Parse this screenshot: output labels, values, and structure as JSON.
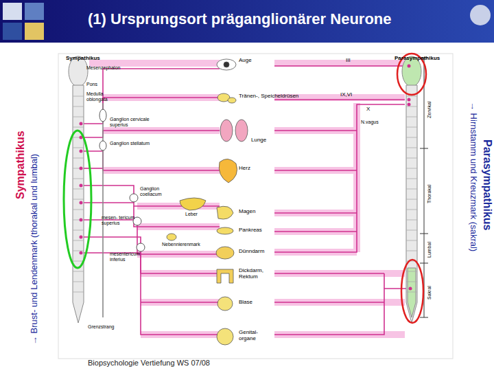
{
  "diagram": {
    "title": "(1) Ursprungsort präganglionärer Neurone",
    "labels": [
      "Sympathikus",
      "→ Brust- und Lendenmark (thorakal und lumbal)",
      "Parasympathikus",
      "→ Hirnstamm und Kreuzmark (sakral)",
      "Sympathikus",
      "Mesenzephalon",
      "Pons",
      "Medulla oblongata",
      "Ganglion cervicale superius",
      "Ganglion stellatum",
      "Ganglion coeliacum",
      "Leber",
      "mesen- tericum superius",
      "Nebennierenmark",
      "mesentericum inferius",
      "Grenzstrang",
      "Auge",
      "III",
      "Parasympathikus",
      "Tränen-, Speicheldrüsen",
      "IX,VI",
      "X",
      "N.vagus",
      "Zervikal",
      "Lunge",
      "Herz",
      "Magen",
      "Pankreas",
      "Dünndarm",
      "Dickdarm, Rektum",
      "Blase",
      "Genital- organe",
      "Thorakal",
      "Lumbal",
      "Sakral",
      "Biopsychologie Vertiefung WS 07/08"
    ]
  }
}
